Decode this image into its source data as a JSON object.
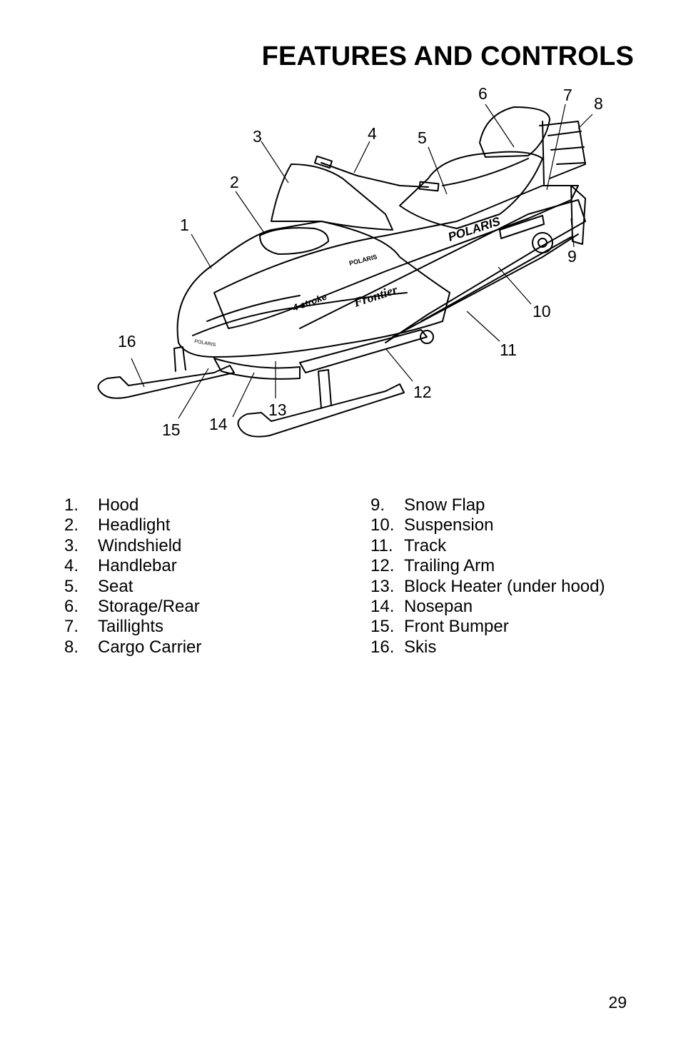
{
  "page": {
    "title": "FEATURES AND CONTROLS",
    "page_number": "29"
  },
  "figure": {
    "callouts": [
      "1",
      "2",
      "3",
      "4",
      "5",
      "6",
      "7",
      "8",
      "9",
      "10",
      "11",
      "12",
      "13",
      "14",
      "15",
      "16"
    ],
    "decals": {
      "brand_side": "POLARIS",
      "brand_hood": "POLARIS",
      "model": "Frontier",
      "badge": "4 stroke",
      "bumper": "POLARIS"
    }
  },
  "legend": {
    "left": [
      {
        "num": "1.",
        "label": "Hood"
      },
      {
        "num": "2.",
        "label": "Headlight"
      },
      {
        "num": "3.",
        "label": "Windshield"
      },
      {
        "num": "4.",
        "label": "Handlebar"
      },
      {
        "num": "5.",
        "label": "Seat"
      },
      {
        "num": "6.",
        "label": "Storage/Rear"
      },
      {
        "num": "7.",
        "label": "Taillights"
      },
      {
        "num": "8.",
        "label": "Cargo Carrier"
      }
    ],
    "right": [
      {
        "num": "9.",
        "label": "Snow Flap"
      },
      {
        "num": "10.",
        "label": "Suspension"
      },
      {
        "num": "11.",
        "label": "Track"
      },
      {
        "num": "12.",
        "label": "Trailing Arm"
      },
      {
        "num": "13.",
        "label": "Block Heater (under hood)"
      },
      {
        "num": "14.",
        "label": "Nosepan"
      },
      {
        "num": "15.",
        "label": "Front Bumper"
      },
      {
        "num": "16.",
        "label": "Skis"
      }
    ]
  }
}
